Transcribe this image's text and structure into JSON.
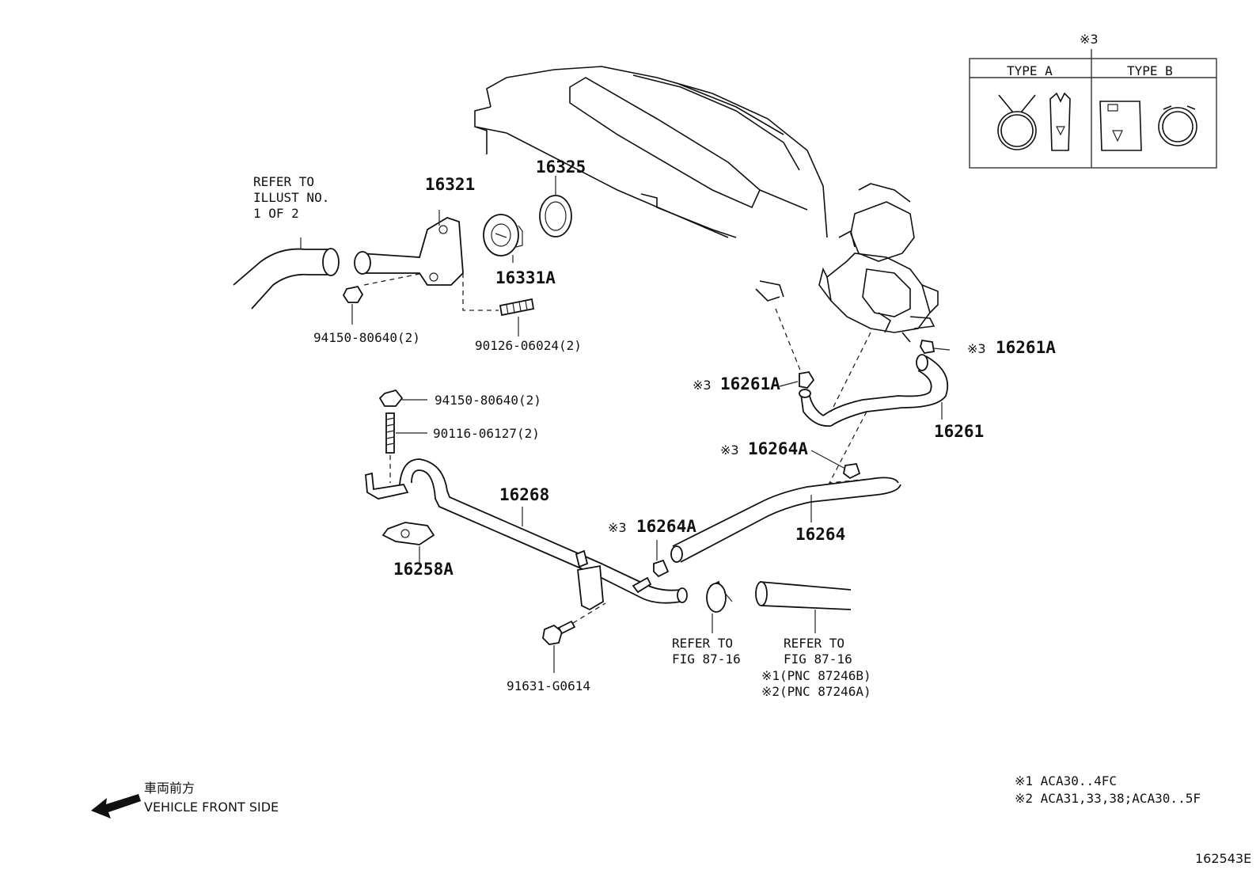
{
  "diagram_code": "162543E",
  "parts": {
    "p16321": "16321",
    "p16325": "16325",
    "p16331A": "16331A",
    "p94150_top": "94150-80640(2)",
    "p90126": "90126-06024(2)",
    "p94150_mid": "94150-80640(2)",
    "p90116": "90116-06127(2)",
    "p16268": "16268",
    "p16258A": "16258A",
    "p91631": "91631-G0614",
    "p16261A_left": "16261A",
    "p16261A_right": "16261A",
    "p16261": "16261",
    "p16264A_upper": "16264A",
    "p16264A_lower": "16264A",
    "p16264": "16264"
  },
  "marks": {
    "m3": "※3",
    "m3_table": "※3"
  },
  "refer_illust": {
    "line1": "REFER TO",
    "line2": "ILLUST NO.",
    "line3": "1 OF 2"
  },
  "refer_fig_left": {
    "line1": "REFER TO",
    "line2": "FIG 87-16"
  },
  "refer_fig_right": {
    "line1": "REFER TO",
    "line2": "FIG 87-16",
    "line3": "※1(PNC 87246B)",
    "line4": "※2(PNC 87246A)"
  },
  "type_table": {
    "type_a": "TYPE A",
    "type_b": "TYPE B"
  },
  "front_side": {
    "jp": "車両前方",
    "en": "VEHICLE FRONT SIDE"
  },
  "footnotes": {
    "n1": "※1 ACA30..4FC",
    "n2": "※2 ACA31,33,38;ACA30..5F"
  }
}
